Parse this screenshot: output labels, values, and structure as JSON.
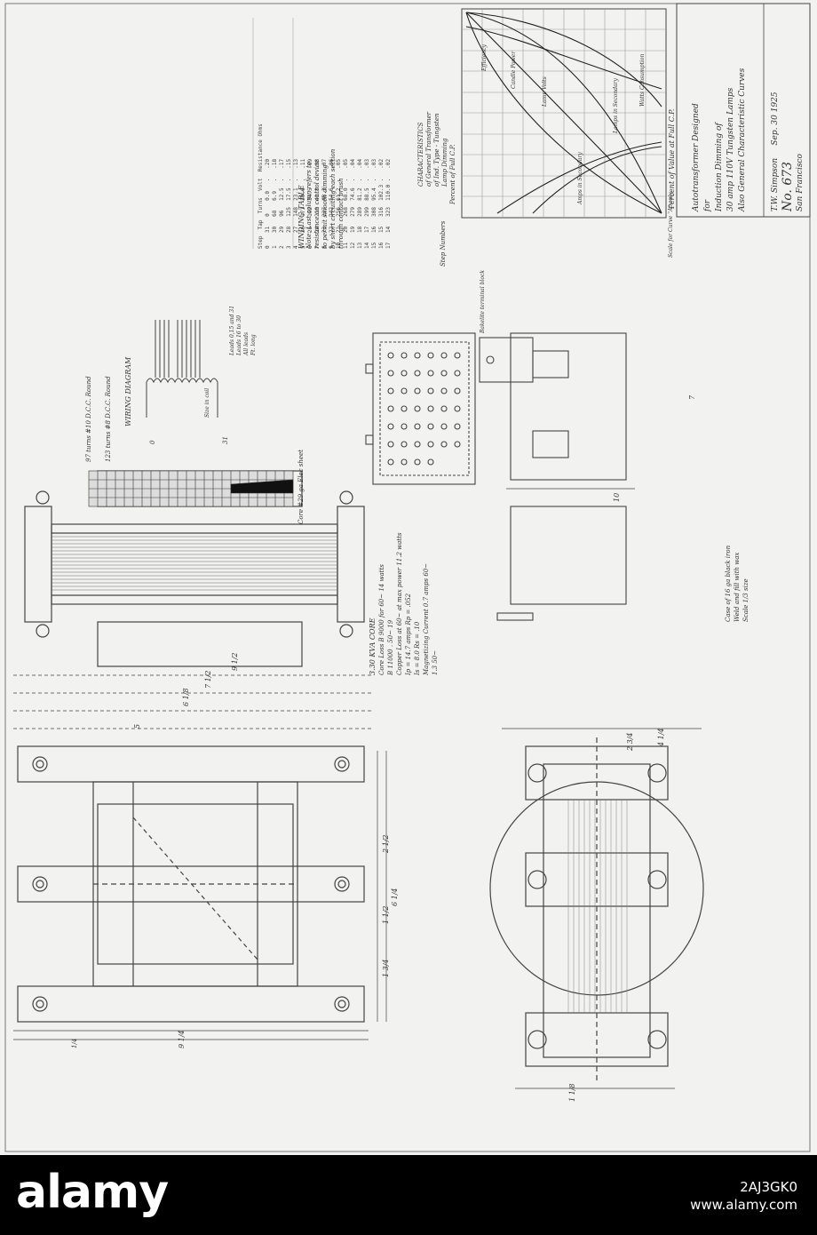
{
  "title_block": {
    "title_line1": "Autotransformer Designed",
    "title_line2": "for",
    "title_line3": "Induction Dimming of",
    "title_line4": "30 amp 110V Tungsten Lamps",
    "title_line5": "Also General Characteristic Curves",
    "author": "T.W. Simpson",
    "date": "Sep. 30 1925",
    "drawing_number": "No. 673",
    "location": "San Francisco"
  },
  "characteristics_chart": {
    "title_line1": "CHARACTERISTICS",
    "title_line2": "of General Transformer",
    "title_line3": "of Ind. Type - Tungsten",
    "title_line4": "Lamp Dimming",
    "x_label": "Percent of Value at Full C.P.",
    "y_label_left": "Percent of Full C.P.",
    "y_label_right": "Step Numbers",
    "scale_note": "Scale for Curve \"A\" only",
    "curve_labels": [
      "Efficiency",
      "Candle Power",
      "Lamp Volts",
      "Amps in Secondary",
      "Lamps in Secondary",
      "Watts Consumption"
    ]
  },
  "winding_table": {
    "header": "Step  Tap  Turns  Volt  Resistance Ohms",
    "rows": [
      "0    31   0    0.0   .   .20",
      "1    30   68   6.9   .   .18",
      "2    29   96   12.5  .   .17",
      "3    28   125  17.5  .   .15",
      "4    27   148  23.1  .   .13",
      "5    26   171  29.0  .   .11",
      "6    25   192  34.5  .   .09",
      "7    24   210  41.8  .   .08",
      "8    23   227  48.3  .   .07",
      "9    22   242  54.6  .   .06",
      "10   21   256  61.2  .   .05",
      "11   20   268  68.0  .   .05",
      "12   19   279  74.6  .   .04",
      "13   18   289  81.2  .   .04",
      "14   17   299  88.5  .   .03",
      "15   16   308  95.4  .   .03",
      "16   15   316  102.3 .   .02",
      "17   14   323  110.0 .   .02"
    ],
    "caption": "WINDING TABLE",
    "note_line1": "Note: Last column refers to",
    "note_line2": "resistance on control device",
    "note_line3": "to permit smooth dimming",
    "note_line4": "by short circuiting each section",
    "note_line5": "through contact brush"
  },
  "wiring_diagram": {
    "caption": "WIRING DIAGRAM",
    "size_in_coil": "Size in coil",
    "coil_top_label": "97 turns #10 D.C.C. Round",
    "coil_bottom_label": "123 turns #8 D.C.C. Round",
    "leads_note1": "Leads 0,15 and 31",
    "leads_note2": "Leads 16 to 30",
    "leads_note3": "All leads",
    "leads_note4": "Ft. long",
    "start_label": "0",
    "end_label": "31"
  },
  "core_notes": {
    "heading": "3.30 KVA CORE",
    "line1": "Core Loss B 9000 for 60~  14 watts",
    "line2": "B 11000 . 50~  19",
    "line3": "Copper Loss at 60~ at max power  11.2 watts",
    "line4": "Ip = 14.7 amps  Rp = .052",
    "line5": "Is = 8.0  Rs = .10",
    "line6": "Magnetizing Current 0.7 amps 60~",
    "line7": "1.3  50~",
    "core_sheet": "Core #29 ga Elec sheet"
  },
  "case_notes": {
    "line1": "Case of 16 ga black iron",
    "line2": "Weld and fill with wax",
    "line3": "Scale 1/3 size",
    "terminal": "Bakelite terminal block"
  },
  "dimensions": {
    "d1": "4 1/4",
    "d2": "2 3/4",
    "d3": "5",
    "d4": "6 1/8",
    "d5": "7 1/2",
    "d6": "9 1/2",
    "d7": "10",
    "d8": "7",
    "d9": "9 1/4",
    "d10": "1/4",
    "d11": "2 1/2",
    "d12": "1 1/2",
    "d13": "6 1/4",
    "d14": "1 3/4",
    "d15": "1 1/8"
  },
  "stock_banner": {
    "brand": "alamy",
    "image_code": "2AJ3GK0",
    "url": "www.alamy.com"
  }
}
